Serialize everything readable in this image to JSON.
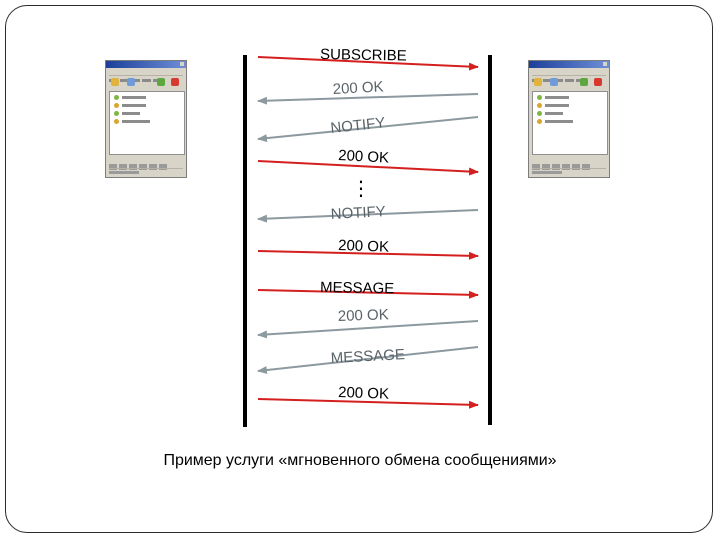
{
  "caption": "Пример услуги «мгновенного обмена сообщениями»",
  "messages": [
    {
      "label": "SUBSCRIBE",
      "direction": "right"
    },
    {
      "label": "200 OK",
      "direction": "left"
    },
    {
      "label": "NOTIFY",
      "direction": "left"
    },
    {
      "label": "200 OK",
      "direction": "right"
    },
    {
      "label": "NOTIFY",
      "direction": "left"
    },
    {
      "label": "200 OK",
      "direction": "right"
    },
    {
      "label": "MESSAGE",
      "direction": "right"
    },
    {
      "label": "200 OK",
      "direction": "left"
    },
    {
      "label": "MESSAGE",
      "direction": "left"
    },
    {
      "label": "200 OK",
      "direction": "right"
    }
  ],
  "ellipsis": "⋮",
  "colors": {
    "right_arrow": "#d41f1f",
    "left_arrow": "#8c9aa0",
    "lifeline": "#000000"
  },
  "icons": {
    "client_left": "im-client-window",
    "client_right": "im-client-window"
  }
}
